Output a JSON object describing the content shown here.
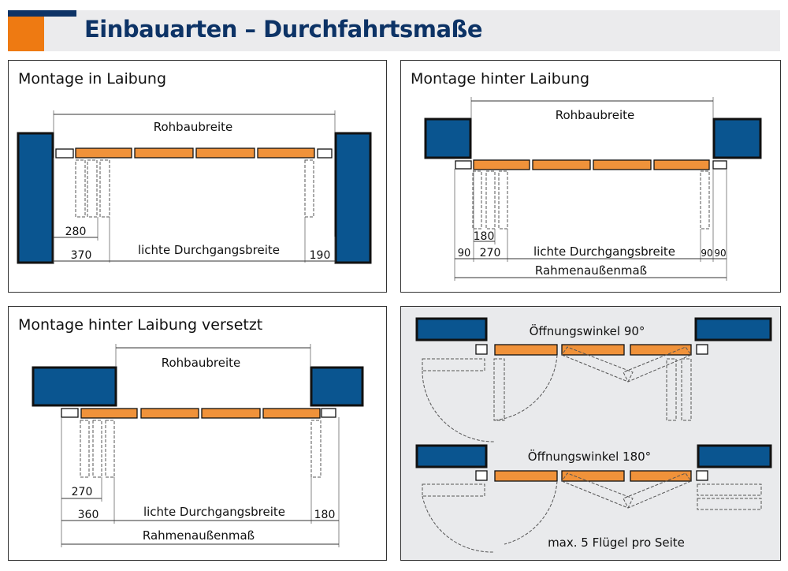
{
  "header": {
    "title": "Einbauarten – Durchfahrtsmaße"
  },
  "colors": {
    "brand_navy": "#0d3366",
    "accent_orange": "#ee7a12",
    "wall_blue": "#0a5590",
    "leaf_orange": "#f0923a"
  },
  "panels": [
    {
      "title": "Montage in Laibung",
      "rohbau": "Rohbaubreite",
      "dim_a": "280",
      "dim_b": "370",
      "lichte": "lichte Durchgangsbreite",
      "dim_c": "190"
    },
    {
      "title": "Montage hinter Laibung",
      "rohbau": "Rohbaubreite",
      "dim_a": "180",
      "dim_l1": "90",
      "dim_b": "270",
      "lichte": "lichte Durchgangsbreite",
      "dim_r1": "90",
      "dim_r2": "90",
      "rahmen": "Rahmenaußenmaß"
    },
    {
      "title": "Montage hinter Laibung versetzt",
      "rohbau": "Rohbaubreite",
      "dim_a": "270",
      "dim_b": "360",
      "lichte": "lichte Durchgangsbreite",
      "dim_c": "180",
      "rahmen": "Rahmenaußenmaß"
    },
    {
      "angle90": "Öffnungswinkel 90°",
      "angle180": "Öffnungswinkel 180°",
      "note": "max. 5 Flügel pro Seite"
    }
  ]
}
